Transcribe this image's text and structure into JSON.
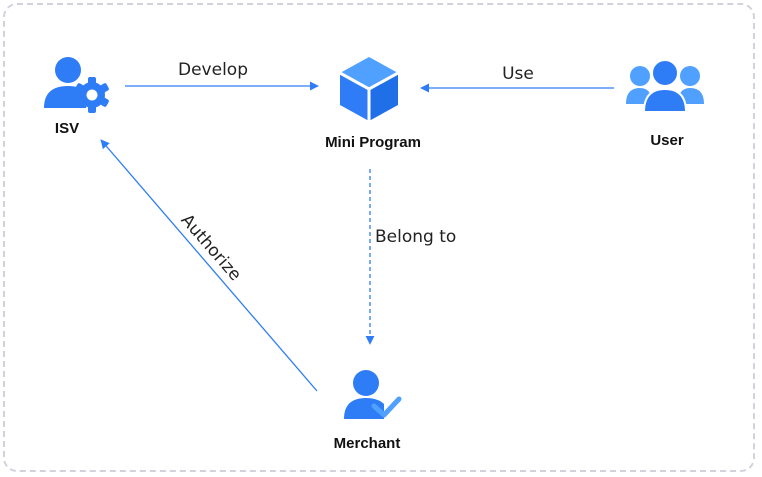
{
  "diagram": {
    "colors": {
      "icon_blue": "#2f7df6",
      "icon_light": "#4fa0ff",
      "arrow": "#2f7df6",
      "frame": "#d2d2dc",
      "text": "#111111"
    },
    "nodes": {
      "isv": {
        "label": "ISV",
        "icon": "user-gear-icon"
      },
      "mini_program": {
        "label": "Mini Program",
        "icon": "cube-icon"
      },
      "user": {
        "label": "User",
        "icon": "user-group-icon"
      },
      "merchant": {
        "label": "Merchant",
        "icon": "user-check-icon"
      }
    },
    "edges": {
      "develop": {
        "label": "Develop",
        "from": "ISV",
        "to": "Mini Program",
        "style": "solid"
      },
      "use": {
        "label": "Use",
        "from": "User",
        "to": "Mini Program",
        "style": "solid"
      },
      "belong_to": {
        "label": "Belong to",
        "from": "Mini Program",
        "to": "Merchant",
        "style": "dashed"
      },
      "authorize": {
        "label": "Authorize",
        "from": "Merchant",
        "to": "ISV",
        "style": "solid"
      }
    }
  }
}
